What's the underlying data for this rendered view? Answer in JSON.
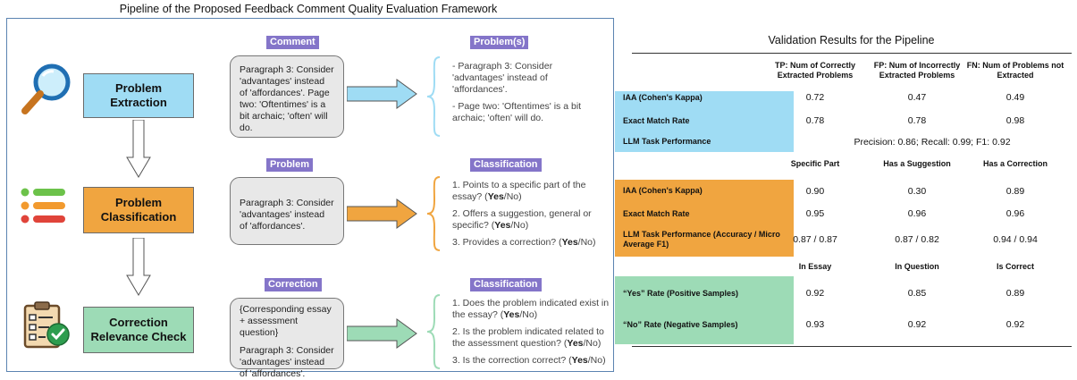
{
  "left": {
    "title": "Pipeline of the Proposed Feedback Comment Quality Evaluation Framework",
    "stage1": {
      "label": "Problem\nExtraction",
      "input_header": "Comment",
      "input_text": "Paragraph 3: Consider 'advantages' instead of 'affordances'. Page two: 'Oftentimes' is a bit archaic; 'often' will do.",
      "output_header": "Problem(s)",
      "outputs": [
        "- Paragraph 3: Consider 'advantages' instead of 'affordances'.",
        "- Page two: 'Oftentimes' is a bit archaic; 'often' will do."
      ]
    },
    "stage2": {
      "label": "Problem\nClassification",
      "input_header": "Problem",
      "input_text": "Paragraph 3: Consider 'advantages' instead of 'affordances'.",
      "output_header": "Classification",
      "outputs": [
        {
          "text": "1. Points to a specific part of the essay? (",
          "yes": "Yes",
          "rest": "/No)"
        },
        {
          "text": "2. Offers a suggestion, general or specific? (",
          "yes": "Yes",
          "rest": "/No)"
        },
        {
          "text": "3. Provides a correction? (",
          "yes": "Yes",
          "rest": "/No)"
        }
      ]
    },
    "stage3": {
      "label": "Correction\nRelevance Check",
      "input_header": "Correction",
      "input_text_1": "{Corresponding essay + assessment question}",
      "input_text_2": "Paragraph 3: Consider 'advantages' instead of 'affordances'.",
      "output_header": "Classification",
      "outputs": [
        {
          "text": "1. Does the problem indicated exist in the essay? (",
          "yes": "Yes",
          "rest": "/No)"
        },
        {
          "text": "2. Is the problem indicated related to the assessment question? (",
          "yes": "Yes",
          "rest": "/No)"
        },
        {
          "text": "3. Is the correction correct? (",
          "yes": "Yes",
          "rest": "/No)"
        }
      ]
    },
    "icons": [
      "magnifier-icon",
      "list-icon",
      "checklist-icon"
    ],
    "colors": {
      "blue": "#9fdcf4",
      "orange": "#f0a540",
      "green": "#9ddbb6",
      "header": "#8475c9"
    }
  },
  "right": {
    "title": "Validation Results for the Pipeline",
    "section1": {
      "col_headers": [
        "TP: Num of Correctly Extracted Problems",
        "FP: Num of Incorrectly Extracted Problems",
        "FN: Num of Problems not Extracted"
      ],
      "rows": [
        {
          "label": "IAA (Cohen's Kappa)",
          "values": [
            "0.72",
            "0.47",
            "0.49"
          ]
        },
        {
          "label": "Exact Match Rate",
          "values": [
            "0.78",
            "0.78",
            "0.98"
          ]
        }
      ],
      "llm_label": "LLM Task Performance",
      "llm_value": "Precision: 0.86; Recall: 0.99; F1: 0.92"
    },
    "section2": {
      "col_headers": [
        "Specific Part",
        "Has a Suggestion",
        "Has a Correction"
      ],
      "rows": [
        {
          "label": "IAA (Cohen's Kappa)",
          "values": [
            "0.90",
            "0.30",
            "0.89"
          ]
        },
        {
          "label": "Exact Match Rate",
          "values": [
            "0.95",
            "0.96",
            "0.96"
          ]
        },
        {
          "label": "LLM Task Performance (Accuracy / Micro Average F1)",
          "values": [
            "0.87 / 0.87",
            "0.87 / 0.82",
            "0.94 / 0.94"
          ]
        }
      ]
    },
    "section3": {
      "col_headers": [
        "In Essay",
        "In Question",
        "Is Correct"
      ],
      "rows": [
        {
          "label": "“Yes” Rate (Positive Samples)",
          "values": [
            "0.92",
            "0.85",
            "0.89"
          ]
        },
        {
          "label": "“No” Rate (Negative Samples)",
          "values": [
            "0.93",
            "0.92",
            "0.92"
          ]
        }
      ]
    }
  }
}
